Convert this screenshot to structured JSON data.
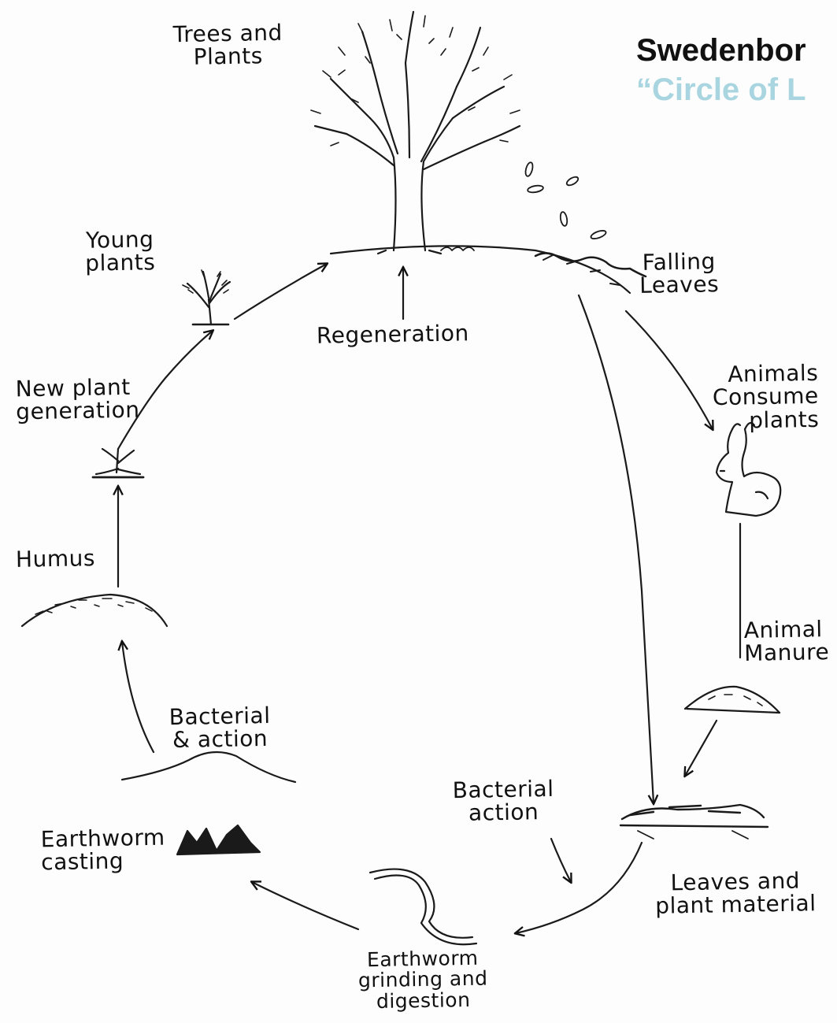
{
  "heading": {
    "line1": "Swedenbor",
    "line2": "“Circle of L",
    "line2_color": "#a8d5df"
  },
  "labels": {
    "trees_and_plants": "Trees and\nPlants",
    "young_plants": "Young\nplants",
    "falling_leaves": "Falling\nLeaves",
    "regeneration": "Regeneration",
    "new_plant_generation": "New plant\ngeneration",
    "animals_consume_plants": "Animals\nConsume\nplants",
    "humus": "Humus",
    "animal_manure": "Animal\nManure",
    "bacterial_action_left": "Bacterial\n& action",
    "bacterial_action_right": "Bacterial\naction",
    "earthworm_casting": "Earthworm\ncasting",
    "leaves_and_plant_material": "Leaves and\nplant material",
    "earthworm_grinding": "Earthworm\ngrinding and\ndigestion"
  },
  "icons": [
    "tree-icon",
    "young-plant-icon",
    "seedling-icon",
    "rabbit-icon",
    "earthworm-icon",
    "falling-leaves-icon",
    "manure-pile-icon",
    "leaf-pile-icon",
    "worm-casting-icon",
    "humus-mound-icon"
  ]
}
